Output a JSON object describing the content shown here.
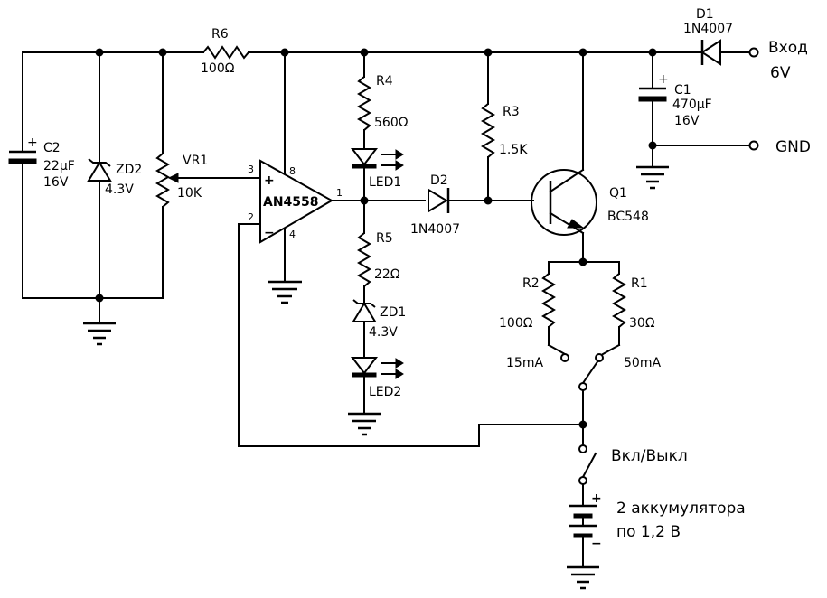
{
  "labels": {
    "r6_name": "R6",
    "r6_value": "100Ω",
    "c2_name": "C2",
    "c2_value": "22µF",
    "c2_voltage": "16V",
    "zd2_name": "ZD2",
    "zd2_value": "4.3V",
    "vr1_name": "VR1",
    "vr1_value": "10K",
    "opamp_name": "AN4558",
    "pin3": "3",
    "pin8": "8",
    "pin2": "2",
    "pin4": "4",
    "pin1": "1",
    "plus": "+",
    "minus": "−",
    "r4_name": "R4",
    "r4_value": "560Ω",
    "led1_name": "LED1",
    "r5_name": "R5",
    "r5_value": "22Ω",
    "zd1_name": "ZD1",
    "zd1_value": "4.3V",
    "led2_name": "LED2",
    "d2_name": "D2",
    "d2_value": "1N4007",
    "r3_name": "R3",
    "r3_value": "1.5K",
    "q1_name": "Q1",
    "q1_value": "BC548",
    "d1_name": "D1",
    "d1_value": "1N4007",
    "input_label": "Вход",
    "input_voltage": "6V",
    "c1_name": "C1",
    "c1_value": "470µF",
    "c1_voltage": "16V",
    "gnd_label": "GND",
    "r2_name": "R2",
    "r2_value": "100Ω",
    "r1_name": "R1",
    "r1_value": "30Ω",
    "sw_15": "15mA",
    "sw_50": "50mA",
    "switch_label": "Вкл/Выкл",
    "battery_line1": "2 аккумулятора",
    "battery_line2": "по 1,2 В",
    "plus_sign": "+",
    "minus_sign": "−"
  }
}
